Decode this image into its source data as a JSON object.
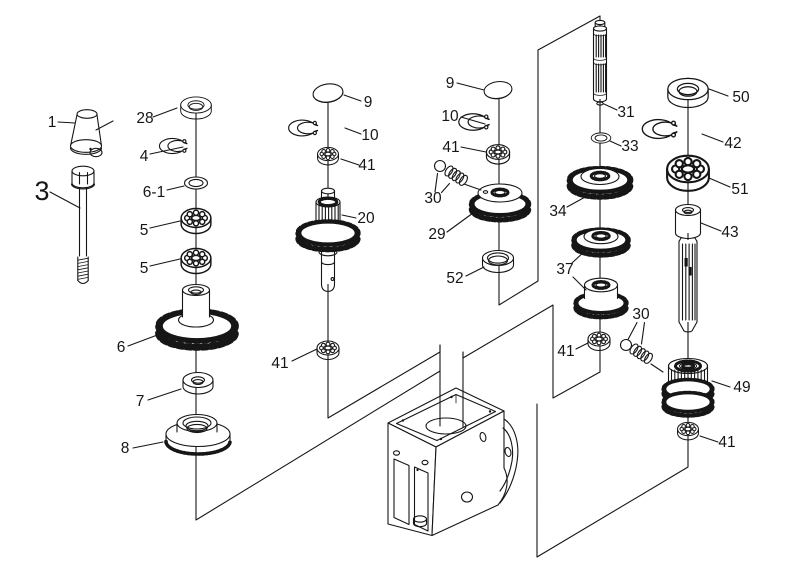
{
  "figure": {
    "kind": "exploded-parts-diagram",
    "background": "#ffffff",
    "line_color": "#161616"
  },
  "labels": {
    "p1": "1",
    "p3": "3",
    "p28": "28",
    "p4": "4",
    "p6_1": "6-1",
    "p5a": "5",
    "p5b": "5",
    "p6": "6",
    "p7": "7",
    "p8": "8",
    "p9a": "9",
    "p10a": "10",
    "p41a": "41",
    "p20": "20",
    "p41b": "41",
    "p9b": "9",
    "p10b": "10",
    "p41c": "41",
    "p30a": "30",
    "p29": "29",
    "p52": "52",
    "p31": "31",
    "p33": "33",
    "p34": "34",
    "p37": "37",
    "p41d": "41",
    "p30b": "30",
    "p50": "50",
    "p42": "42",
    "p51": "51",
    "p43": "43",
    "p49": "49",
    "p41e": "41"
  }
}
